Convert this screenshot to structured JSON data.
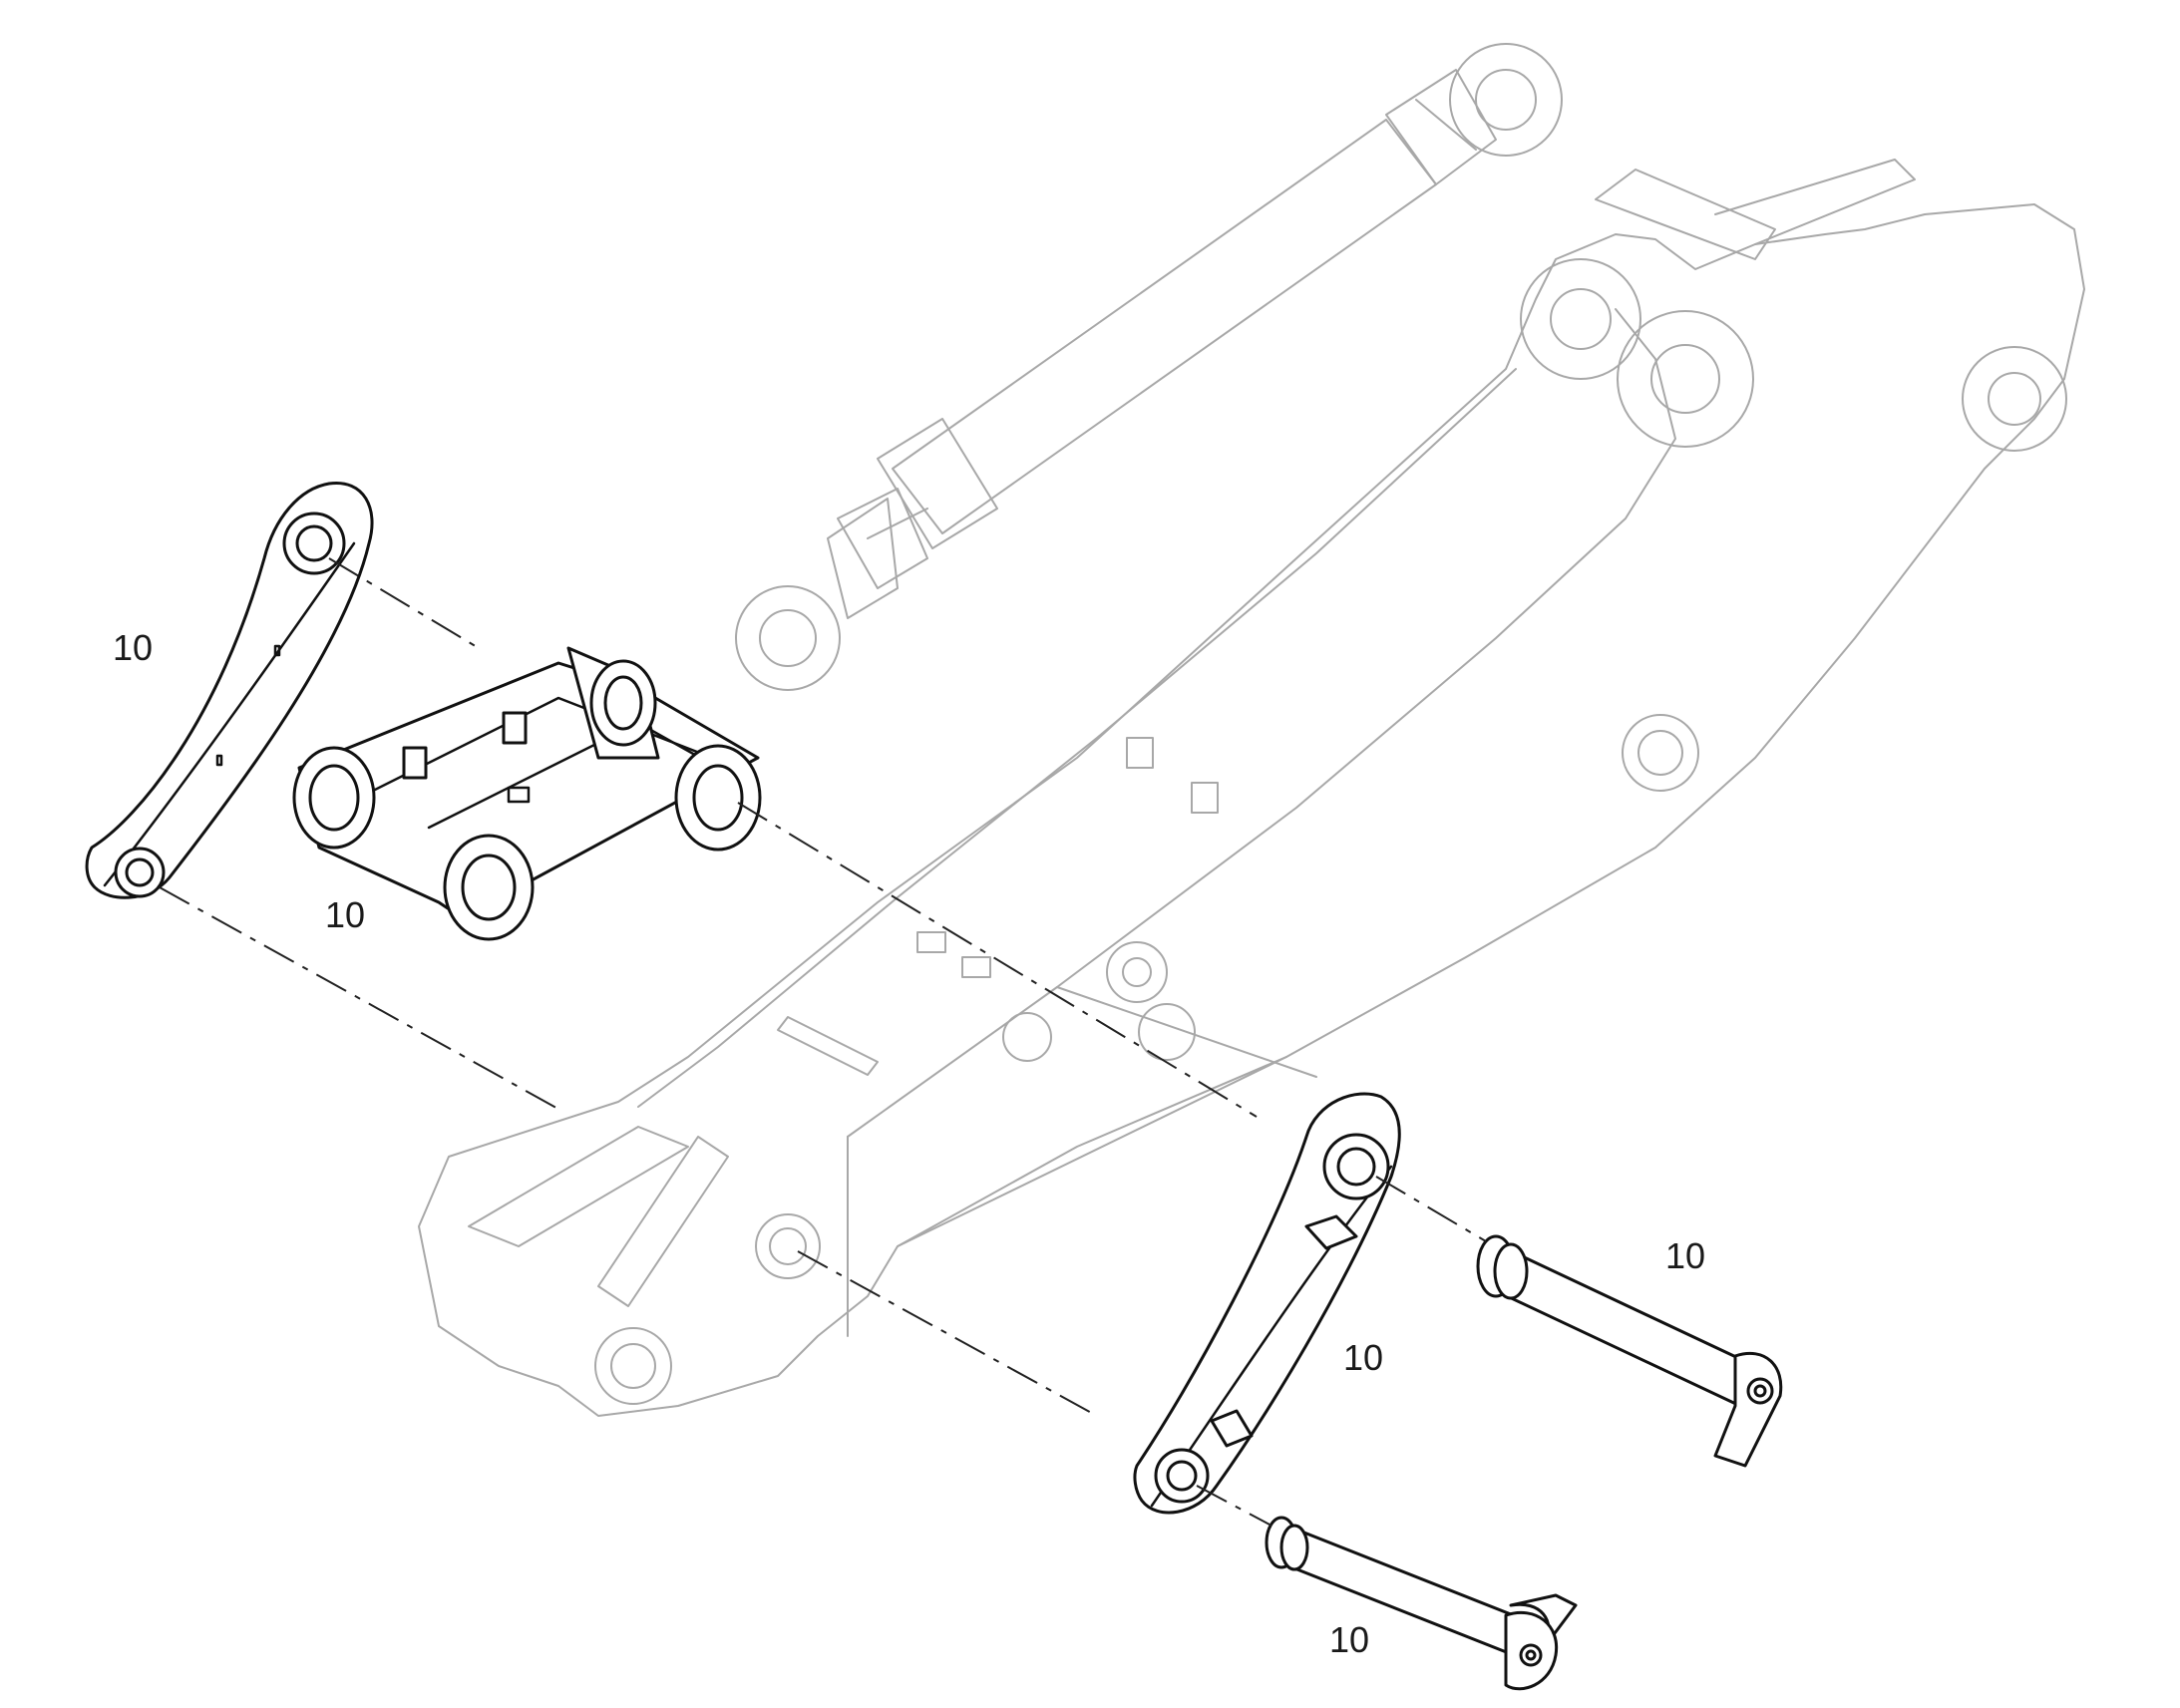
{
  "callouts": [
    {
      "id": "upper-link-arm",
      "text": "10"
    },
    {
      "id": "bucket-link",
      "text": "10"
    },
    {
      "id": "upper-pin",
      "text": "10"
    },
    {
      "id": "lower-link-arm",
      "text": "10"
    },
    {
      "id": "lower-pin",
      "text": "10"
    }
  ],
  "colors": {
    "background": "#ffffff",
    "highlighted_part": "#111111",
    "ghost_assembly": "#a8a8a8",
    "leader_line": "#222222"
  }
}
